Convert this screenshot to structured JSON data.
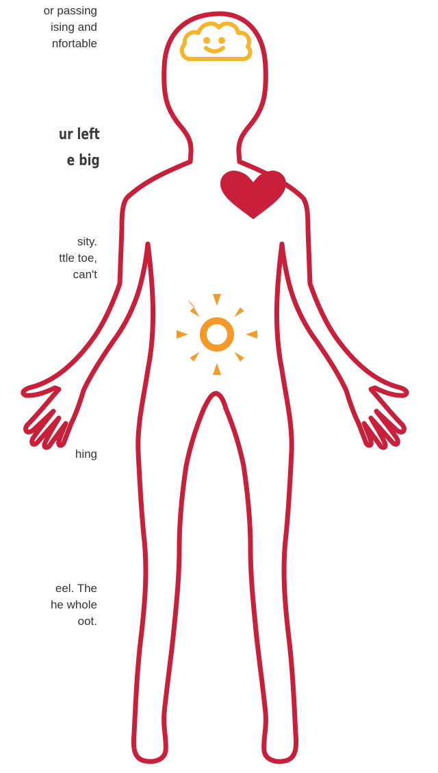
{
  "text": {
    "block1": [
      "or passing",
      "ising and",
      "nfortable"
    ],
    "heading": [
      "ur left",
      "e big"
    ],
    "block2": [
      "sity.",
      "ttle toe,",
      "can't"
    ],
    "block3": [
      "hing"
    ],
    "block4": [
      "eel. The",
      "he whole",
      "oot."
    ]
  },
  "colors": {
    "body_outline": "#c8203a",
    "heart": "#c8203a",
    "cloud": "#f5b52a",
    "sun": "#f39a2a",
    "text": "#333333",
    "heading": "#3a3a3a"
  },
  "icons": {
    "head": "smiling-cloud-icon",
    "chest": "heart-icon",
    "belly": "sun-icon"
  }
}
